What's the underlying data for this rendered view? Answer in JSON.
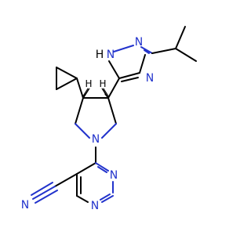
{
  "molecule": {
    "atoms": {
      "triazole_nh": "N",
      "triazole_h": "H",
      "triazole_n2": "N",
      "triazole_n4": "N",
      "pyrrolidine_n": "N",
      "pyrimidine_n1": "N",
      "pyrimidine_n3": "N",
      "nitrile_n": "N",
      "stereo_h_left": "H",
      "stereo_h_right": "H"
    }
  }
}
